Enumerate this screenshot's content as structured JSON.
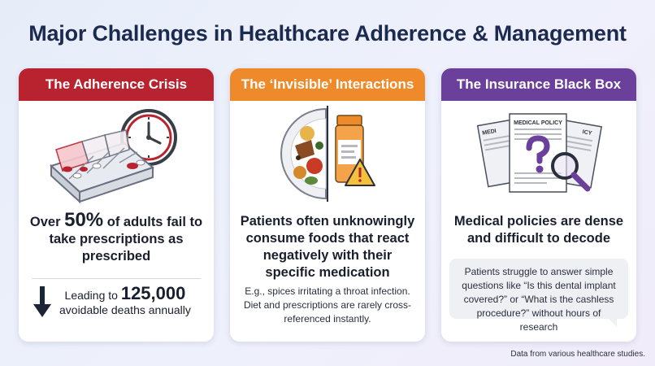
{
  "title": "Major Challenges in Healthcare Adherence & Management",
  "cards": [
    {
      "header": "The Adherence Crisis",
      "headline": {
        "pre": "Over ",
        "highlight": "50%",
        "post": " of adults fail to take prescriptions as prescribed"
      },
      "sub": {
        "pre": "Leading to ",
        "highlight": "125,000",
        "post": " avoidable deaths annually"
      }
    },
    {
      "header": "The ‘Invisible’ Interactions",
      "headline": "Patients often unknowingly consume foods that react negatively with their specific medication",
      "note": "E.g., spices irritating a throat infection. Diet and prescriptions are rarely cross-referenced instantly."
    },
    {
      "header": "The Insurance Black Box",
      "doc_title": "MEDICAL POLICY",
      "doc_back_left": "MEDI",
      "doc_back_right": "ICY",
      "headline": "Medical policies are dense and difficult to decode",
      "bubble": "Patients struggle to answer simple questions like “Is this dental implant covered?” or “What is the cashless procedure?” without hours of research"
    }
  ],
  "footnote": "Data from various healthcare studies.",
  "colors": {
    "red": "#b9232f",
    "orange": "#ee8a2a",
    "purple": "#6b3f9c",
    "navy": "#1b2a4e"
  },
  "icons": [
    "pill-organizer-icon",
    "clock-icon",
    "food-plate-icon",
    "medicine-bottle-icon",
    "warning-icon",
    "policy-document-icon",
    "question-mark-icon",
    "magnifier-icon",
    "down-arrow-icon"
  ]
}
